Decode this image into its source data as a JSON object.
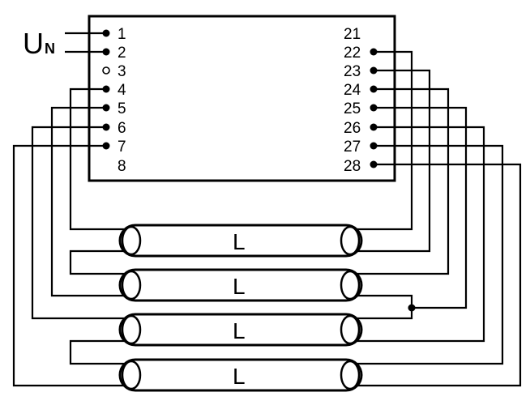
{
  "supply": {
    "label": "U",
    "subscript": "N"
  },
  "left_pins": [
    "1",
    "2",
    "3",
    "4",
    "5",
    "6",
    "7",
    "8"
  ],
  "right_pins": [
    "21",
    "22",
    "23",
    "24",
    "25",
    "26",
    "27",
    "28"
  ],
  "lamps": [
    "L",
    "L",
    "L",
    "L"
  ]
}
